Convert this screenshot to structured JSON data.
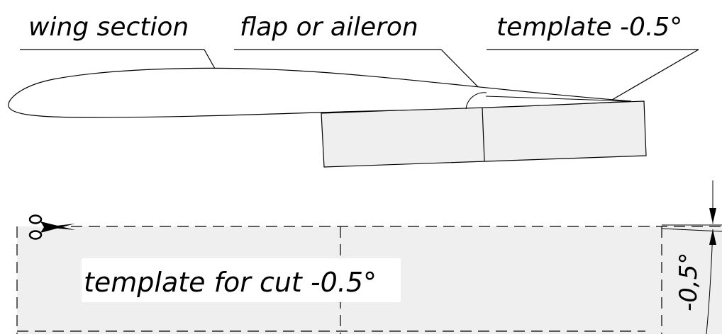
{
  "labels": {
    "wing_section": "wing section",
    "flap_or_aileron": "flap or aileron",
    "template_angle": "template -0.5°",
    "template_for_cut": "template for cut  -0.5°",
    "angle_dimension": "-0,5°"
  },
  "icons": {
    "scissors": "scissors-icon"
  },
  "colors": {
    "line": "#000000",
    "template_fill": "#efefef",
    "background": "#ffffff"
  }
}
